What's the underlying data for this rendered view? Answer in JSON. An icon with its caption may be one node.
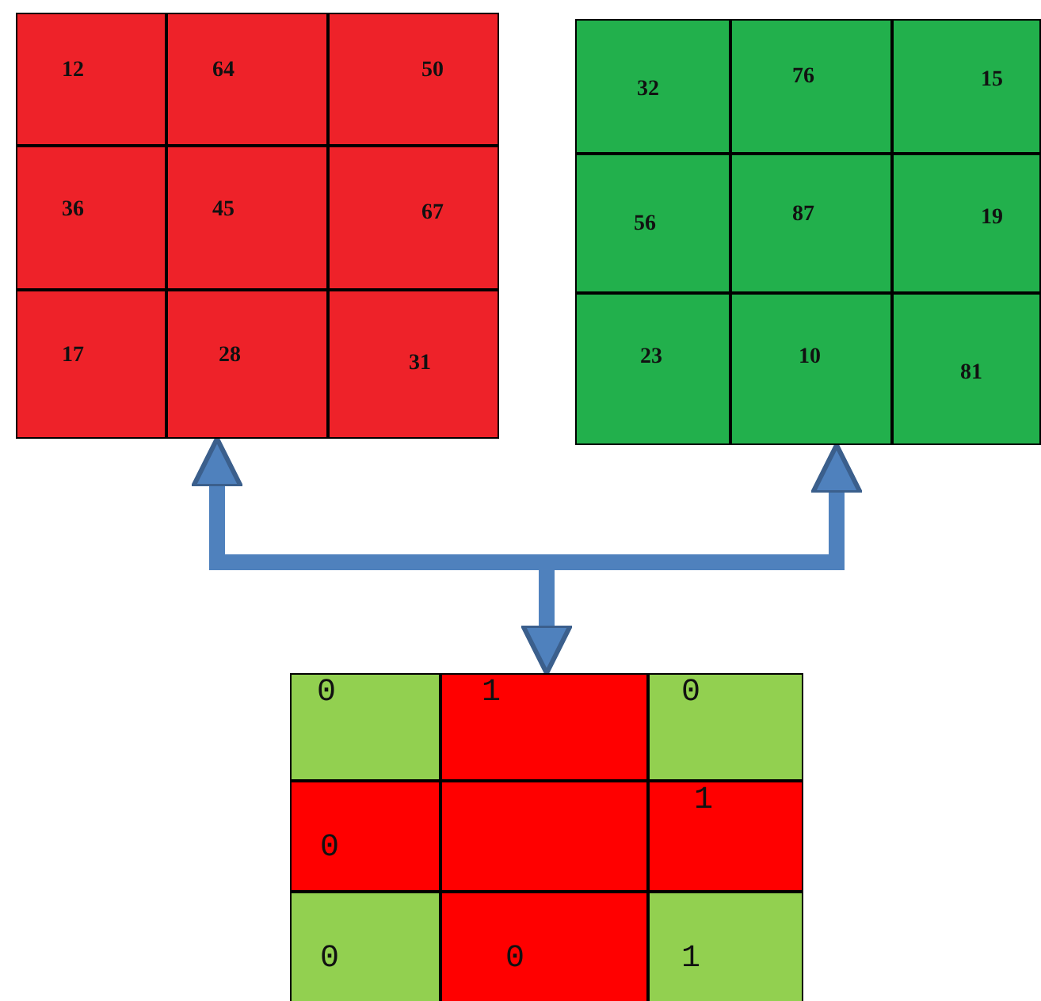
{
  "diagram": {
    "nodes": [
      {
        "text": [],
        "shape": "box"
      },
      {
        "text": [
          "12"
        ],
        "in": 0
      },
      {
        "text": [
          "64"
        ],
        "in": 0
      },
      {
        "text": [
          "50"
        ],
        "in": 0
      },
      {
        "text": [
          "36"
        ],
        "in": 0
      },
      {
        "text": [
          "45"
        ],
        "in": 0
      },
      {
        "text": [
          "67"
        ],
        "in": 0
      },
      {
        "text": [
          "17"
        ],
        "in": 0
      },
      {
        "text": [
          "28"
        ],
        "in": 0
      },
      {
        "text": [
          "31"
        ],
        "in": 0
      },
      {
        "text": [],
        "shape": "box"
      },
      {
        "text": [
          "32"
        ],
        "in": 10
      },
      {
        "text": [
          "76"
        ],
        "in": 10
      },
      {
        "text": [
          "15"
        ],
        "in": 10
      },
      {
        "text": [
          "56"
        ],
        "in": 10
      },
      {
        "text": [
          "87"
        ],
        "in": 10
      },
      {
        "text": [
          "19"
        ],
        "in": 10
      },
      {
        "text": [
          "23"
        ],
        "in": 10
      },
      {
        "text": [
          "10"
        ],
        "in": 10
      },
      {
        "text": [
          "81"
        ],
        "in": 10
      },
      {
        "text": [],
        "shape": "box"
      },
      {
        "text": [
          "0"
        ],
        "in": 20
      },
      {
        "text": [
          "1"
        ],
        "in": 20
      },
      {
        "text": [
          "0"
        ],
        "in": 20
      },
      {
        "text": [
          "0"
        ],
        "in": 20
      },
      {
        "text": [],
        "shape": "box",
        "in": 20
      },
      {
        "text": [
          "1"
        ],
        "in": 20
      },
      {
        "text": [
          "0"
        ],
        "in": 20
      },
      {
        "text": [
          "0"
        ],
        "in": 20
      },
      {
        "text": [
          "1"
        ],
        "in": 20
      }
    ],
    "edges": [
      {
        "from": 0,
        "to": 10,
        "arrow": "both"
      },
      {
        "from": null,
        "to": 20,
        "arrow": "to"
      }
    ]
  }
}
